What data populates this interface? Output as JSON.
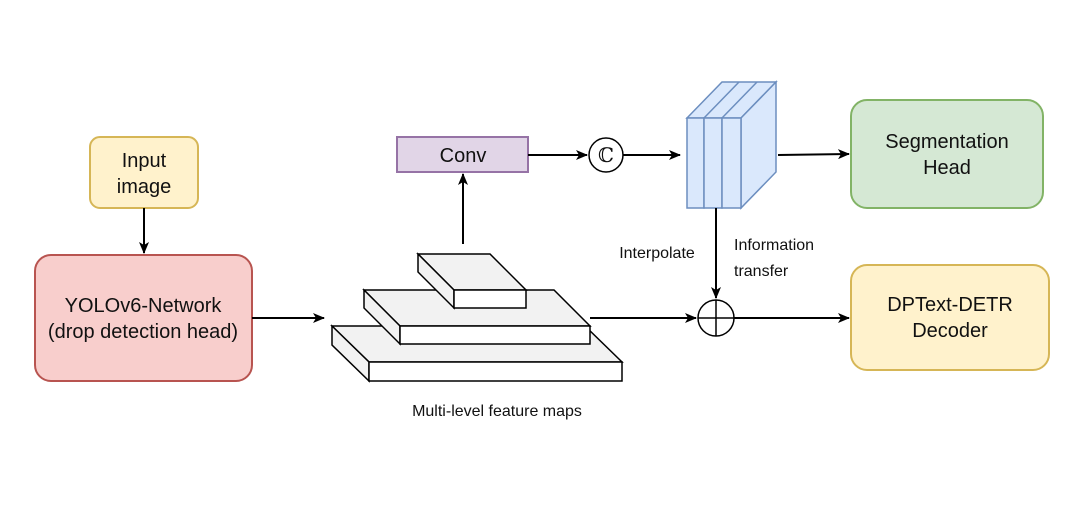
{
  "nodes": {
    "input_image": {
      "line1": "Input",
      "line2": "image",
      "fill": "#fff2cc",
      "stroke": "#d6b656"
    },
    "yolo": {
      "line1": "YOLOv6-Network",
      "line2": "(drop detection head)",
      "fill": "#f8cecc",
      "stroke": "#b85450"
    },
    "conv": {
      "label": "Conv",
      "fill": "#e1d5e7",
      "stroke": "#9673a6"
    },
    "concat": {
      "symbol": "ℂ"
    },
    "segmentation_head": {
      "line1": "Segmentation",
      "line2": "Head",
      "fill": "#d5e8d4",
      "stroke": "#82b366"
    },
    "dptext_decoder": {
      "line1": "DPText-DETR",
      "line2": "Decoder",
      "fill": "#fff2cc",
      "stroke": "#d6b656"
    },
    "feature_stack": {
      "fill": "#dae8fc",
      "stroke": "#6c8ebf"
    }
  },
  "labels": {
    "feature_maps": "Multi-level feature maps",
    "interpolate": "Interpolate",
    "info_line1": "Information",
    "info_line2": "transfer"
  }
}
